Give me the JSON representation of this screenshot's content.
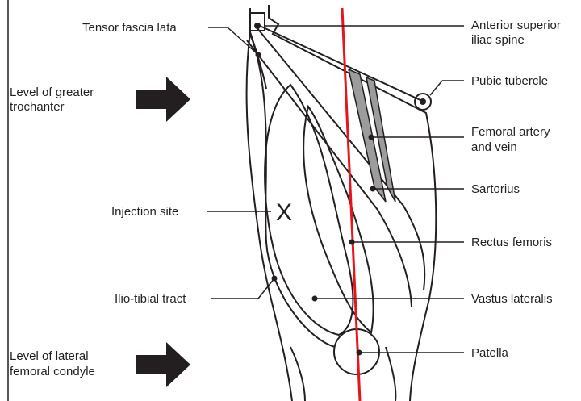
{
  "labels": {
    "tensor_fascia_lata": "Tensor fascia lata",
    "level_greater_trochanter_1": "Level of greater",
    "level_greater_trochanter_2": "trochanter",
    "injection_site": "Injection site",
    "injection_mark": "X",
    "ilio_tibial_tract": "Ilio-tibial tract",
    "level_lateral_condyle_1": "Level of lateral",
    "level_lateral_condyle_2": "femoral condyle",
    "asis_1": "Anterior superior",
    "asis_2": "iliac spine",
    "pubic_tubercle": "Pubic tubercle",
    "femoral_vessels_1": "Femoral artery",
    "femoral_vessels_2": "and vein",
    "sartorius": "Sartorius",
    "rectus_femoris": "Rectus femoris",
    "vastus_lateralis": "Vastus lateralis",
    "patella": "Patella"
  },
  "colors": {
    "ink": "#231f20",
    "guide_line": "#e8141b",
    "vessel_fill": "#9c9c9c"
  },
  "icons": [
    "arrow-right-icon",
    "arrow-right-icon"
  ]
}
